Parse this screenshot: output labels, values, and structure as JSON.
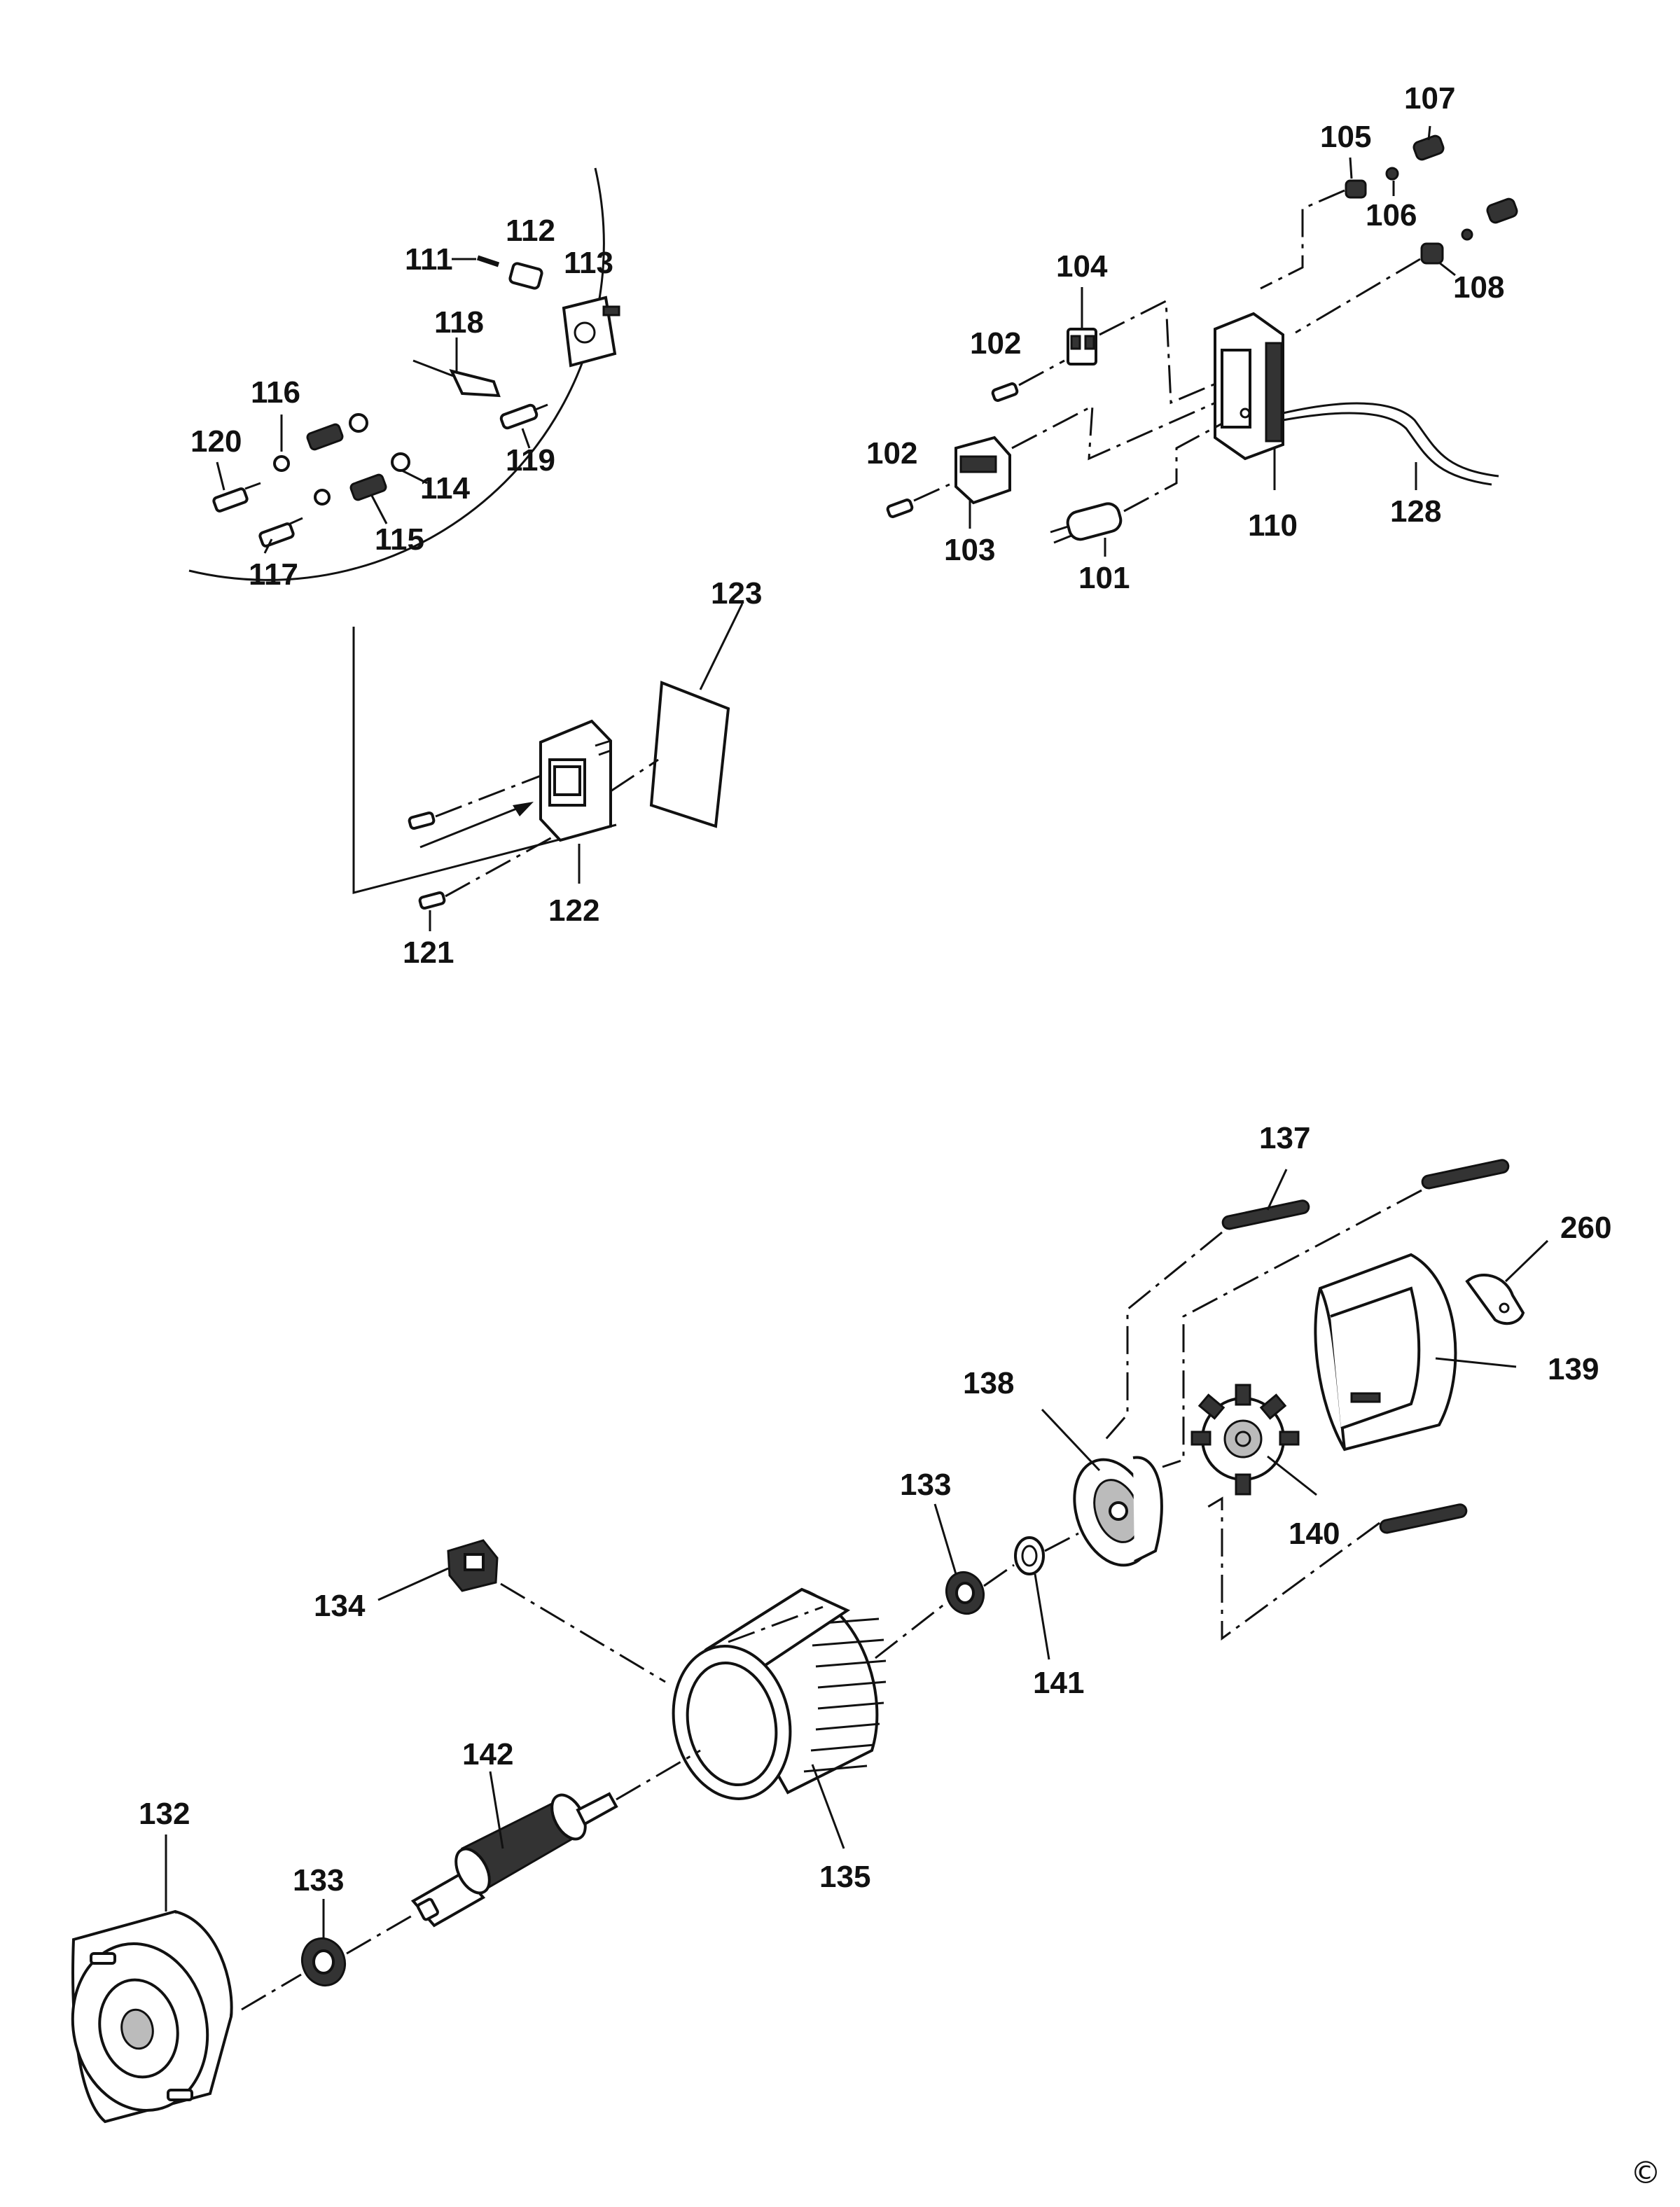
{
  "diagram": {
    "labels": {
      "l101": "101",
      "l102a": "102",
      "l102b": "102",
      "l103": "103",
      "l104": "104",
      "l105": "105",
      "l106": "106",
      "l107": "107",
      "l108": "108",
      "l110": "110",
      "l111": "111",
      "l112": "112",
      "l113": "113",
      "l114": "114",
      "l115": "115",
      "l116": "116",
      "l117": "117",
      "l118": "118",
      "l119": "119",
      "l120": "120",
      "l121": "121",
      "l122": "122",
      "l123": "123",
      "l128": "128",
      "l132": "132",
      "l133a": "133",
      "l133b": "133",
      "l134": "134",
      "l135": "135",
      "l137": "137",
      "l138": "138",
      "l139": "139",
      "l140": "140",
      "l141": "141",
      "l142": "142",
      "l260": "260"
    },
    "copyright_mark": "©"
  }
}
